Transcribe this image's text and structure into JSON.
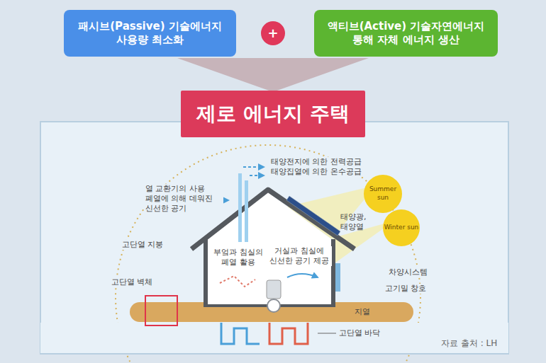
{
  "diagram": {
    "nodes": [
      {
        "text": [
          "패시브(Passive) 기술에너지 사용량 최소화"
        ]
      },
      {
        "text": [
          "+"
        ]
      },
      {
        "text": [
          "액티브(Active) 기술자연에너지 통해 자체 에너지 생산"
        ]
      },
      {
        "text": [
          "제로 에너지 주택"
        ]
      },
      {
        "text": [
          "Summer sun"
        ]
      },
      {
        "text": [
          "Winter sun"
        ]
      }
    ],
    "labels": [
      "태양전지에 의한 전력공급 태양집열에 의한 온수공급",
      "열 교환기의 사용 폐열에 의해 데워진 신선한 공기",
      "고단열 지붕",
      "고단열 벽체",
      "부엌과 침실의 폐열 활용",
      "거실과 침실에 신선한 공기 제공",
      "태양광, 태양열",
      "차양시스템",
      "고기밀 창호",
      "지열",
      "고단열 바닥",
      "자료 출처 : LH"
    ]
  }
}
